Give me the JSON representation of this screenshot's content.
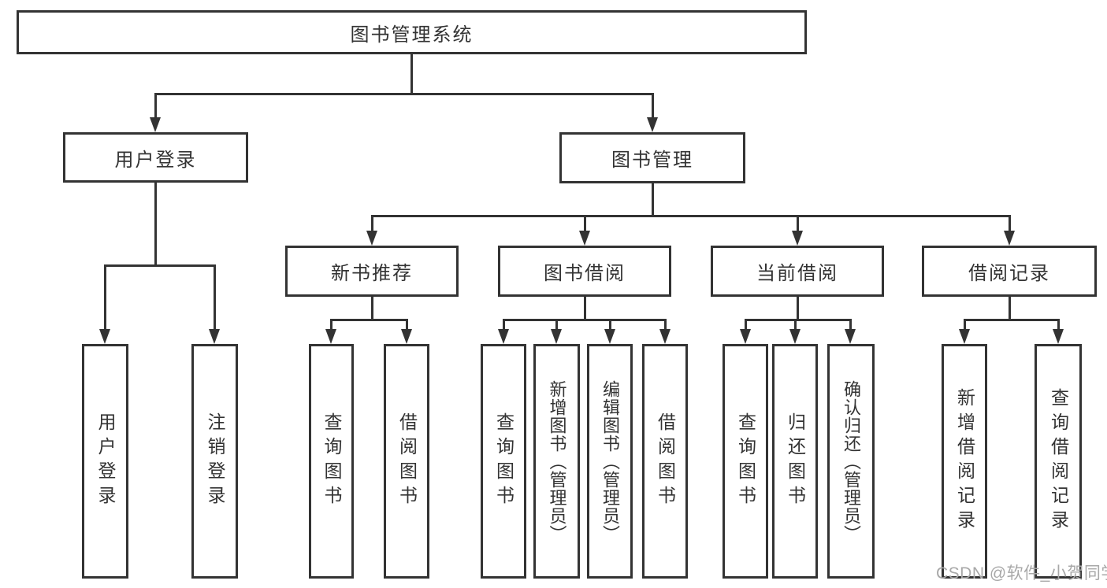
{
  "colors": {
    "line": "#333333",
    "box_border": "#333333",
    "text": "#333333",
    "watermark": "#a8a8a8",
    "background": "#ffffff"
  },
  "tree": {
    "root": {
      "label": "图书管理系统"
    },
    "level2": [
      {
        "label": "用户登录"
      },
      {
        "label": "图书管理"
      }
    ],
    "level3": [
      {
        "label": "新书推荐",
        "parent": "图书管理"
      },
      {
        "label": "图书借阅",
        "parent": "图书管理"
      },
      {
        "label": "当前借阅",
        "parent": "图书管理"
      },
      {
        "label": "借阅记录",
        "parent": "图书管理"
      }
    ],
    "leaves": [
      {
        "label": "用户登录",
        "parent": "用户登录"
      },
      {
        "label": "注销登录",
        "parent": "用户登录"
      },
      {
        "label": "查询图书",
        "parent": "新书推荐"
      },
      {
        "label": "借阅图书",
        "parent": "新书推荐"
      },
      {
        "label": "查询图书",
        "parent": "图书借阅"
      },
      {
        "label": "新增图书（管理员）",
        "parent": "图书借阅"
      },
      {
        "label": "编辑图书（管理员）",
        "parent": "图书借阅"
      },
      {
        "label": "借阅图书",
        "parent": "图书借阅"
      },
      {
        "label": "查询图书",
        "parent": "当前借阅"
      },
      {
        "label": "归还图书",
        "parent": "当前借阅"
      },
      {
        "label": "确认归还（管理员）",
        "parent": "当前借阅"
      },
      {
        "label": "新增借阅记录",
        "parent": "借阅记录"
      },
      {
        "label": "查询借阅记录",
        "parent": "借阅记录"
      }
    ]
  },
  "watermark": {
    "text": "CSDN @软件_小贺同学"
  }
}
